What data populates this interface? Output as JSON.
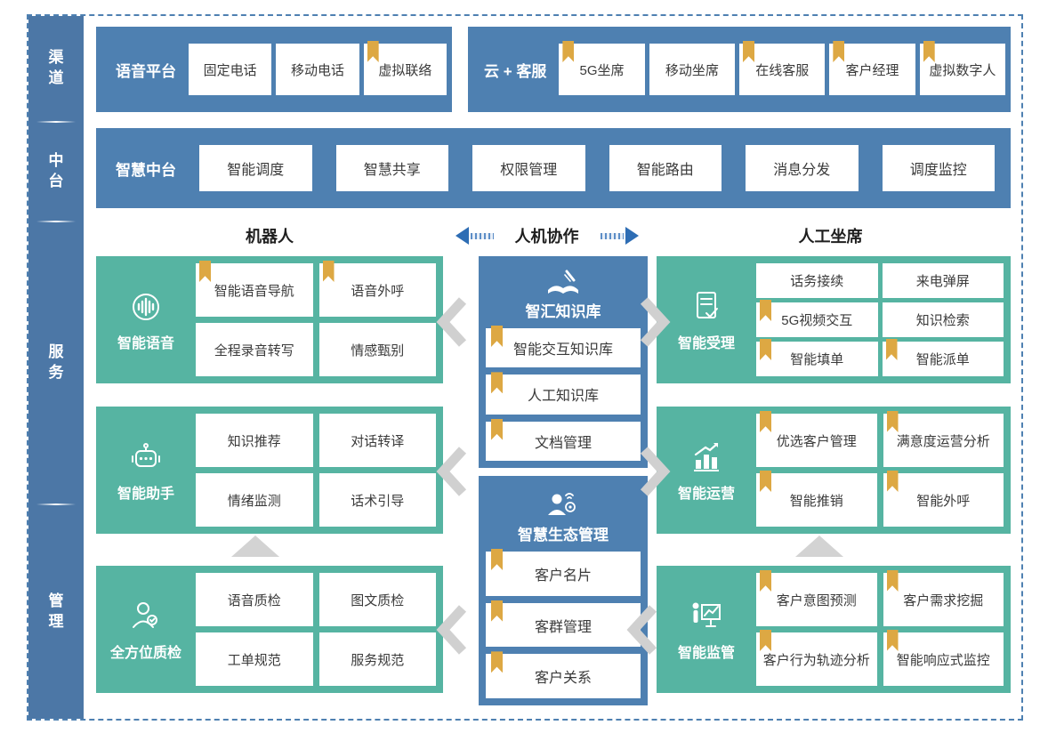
{
  "colors": {
    "panel_blue": "#4e80b1",
    "sidebar_blue": "#4c77a6",
    "teal": "#56b4a2",
    "bookmark_gold": "#dda843",
    "arrow_blue": "#2e6db4",
    "chevron_gray": "#d3d3d3"
  },
  "sidebar": {
    "items": [
      {
        "label": "渠道"
      },
      {
        "label": "中台"
      },
      {
        "label": "服务"
      },
      {
        "label": "管理"
      }
    ]
  },
  "channel_row": {
    "voice_platform": {
      "label": "语音平台",
      "items": [
        {
          "text": "固定电话",
          "bookmark": false
        },
        {
          "text": "移动电话",
          "bookmark": false
        },
        {
          "text": "虚拟联络",
          "bookmark": true
        }
      ]
    },
    "cloud_service": {
      "label": "云 + 客服",
      "items": [
        {
          "text": "5G坐席",
          "bookmark": true
        },
        {
          "text": "移动坐席",
          "bookmark": false
        },
        {
          "text": "在线客服",
          "bookmark": true
        },
        {
          "text": "客户经理",
          "bookmark": true
        },
        {
          "text": "虚拟数字人",
          "bookmark": true
        }
      ]
    }
  },
  "mid_platform_row": {
    "label": "智慧中台",
    "items": [
      {
        "text": "智能调度"
      },
      {
        "text": "智慧共享"
      },
      {
        "text": "权限管理"
      },
      {
        "text": "智能路由"
      },
      {
        "text": "消息分发"
      },
      {
        "text": "调度监控"
      }
    ]
  },
  "collab_header": {
    "left": "机器人",
    "center": "人机协作",
    "right": "人工坐席"
  },
  "robot_column": [
    {
      "title": "智能语音",
      "icon": "voice-waveform-icon",
      "items": [
        {
          "text": "智能语音导航",
          "bookmark": true
        },
        {
          "text": "语音外呼",
          "bookmark": true
        },
        {
          "text": "全程录音转写",
          "bookmark": false
        },
        {
          "text": "情感甄别",
          "bookmark": false
        }
      ]
    },
    {
      "title": "智能助手",
      "icon": "robot-icon",
      "items": [
        {
          "text": "知识推荐",
          "bookmark": false
        },
        {
          "text": "对话转译",
          "bookmark": false
        },
        {
          "text": "情绪监测",
          "bookmark": false
        },
        {
          "text": "话术引导",
          "bookmark": false
        }
      ]
    },
    {
      "title": "全方位质检",
      "icon": "quality-inspector-icon",
      "items": [
        {
          "text": "语音质检",
          "bookmark": false
        },
        {
          "text": "图文质检",
          "bookmark": false
        },
        {
          "text": "工单规范",
          "bookmark": false
        },
        {
          "text": "服务规范",
          "bookmark": false
        }
      ]
    }
  ],
  "center_column": [
    {
      "title": "智汇知识库",
      "icon": "knowledge-book-icon",
      "items": [
        {
          "text": "智能交互知识库",
          "bookmark": true
        },
        {
          "text": "人工知识库",
          "bookmark": true
        },
        {
          "text": "文档管理",
          "bookmark": true
        }
      ]
    },
    {
      "title": "智慧生态管理",
      "icon": "eco-person-icon",
      "items": [
        {
          "text": "客户名片",
          "bookmark": true
        },
        {
          "text": "客群管理",
          "bookmark": true
        },
        {
          "text": "客户关系",
          "bookmark": true
        }
      ]
    }
  ],
  "agent_column": [
    {
      "title": "智能受理",
      "icon": "document-check-icon",
      "items": [
        {
          "text": "话务接续",
          "bookmark": false
        },
        {
          "text": "来电弹屏",
          "bookmark": false
        },
        {
          "text": "5G视频交互",
          "bookmark": true
        },
        {
          "text": "知识检索",
          "bookmark": false
        },
        {
          "text": "智能填单",
          "bookmark": true
        },
        {
          "text": "智能派单",
          "bookmark": true
        }
      ]
    },
    {
      "title": "智能运营",
      "icon": "chart-growth-icon",
      "items": [
        {
          "text": "优选客户管理",
          "bookmark": true
        },
        {
          "text": "满意度运营分析",
          "bookmark": true
        },
        {
          "text": "智能推销",
          "bookmark": true
        },
        {
          "text": "智能外呼",
          "bookmark": true
        }
      ]
    },
    {
      "title": "智能监管",
      "icon": "presenter-board-icon",
      "items": [
        {
          "text": "客户意图预测",
          "bookmark": true
        },
        {
          "text": "客户需求挖掘",
          "bookmark": true
        },
        {
          "text": "客户行为轨迹分析",
          "bookmark": true
        },
        {
          "text": "智能响应式监控",
          "bookmark": true
        }
      ]
    }
  ]
}
